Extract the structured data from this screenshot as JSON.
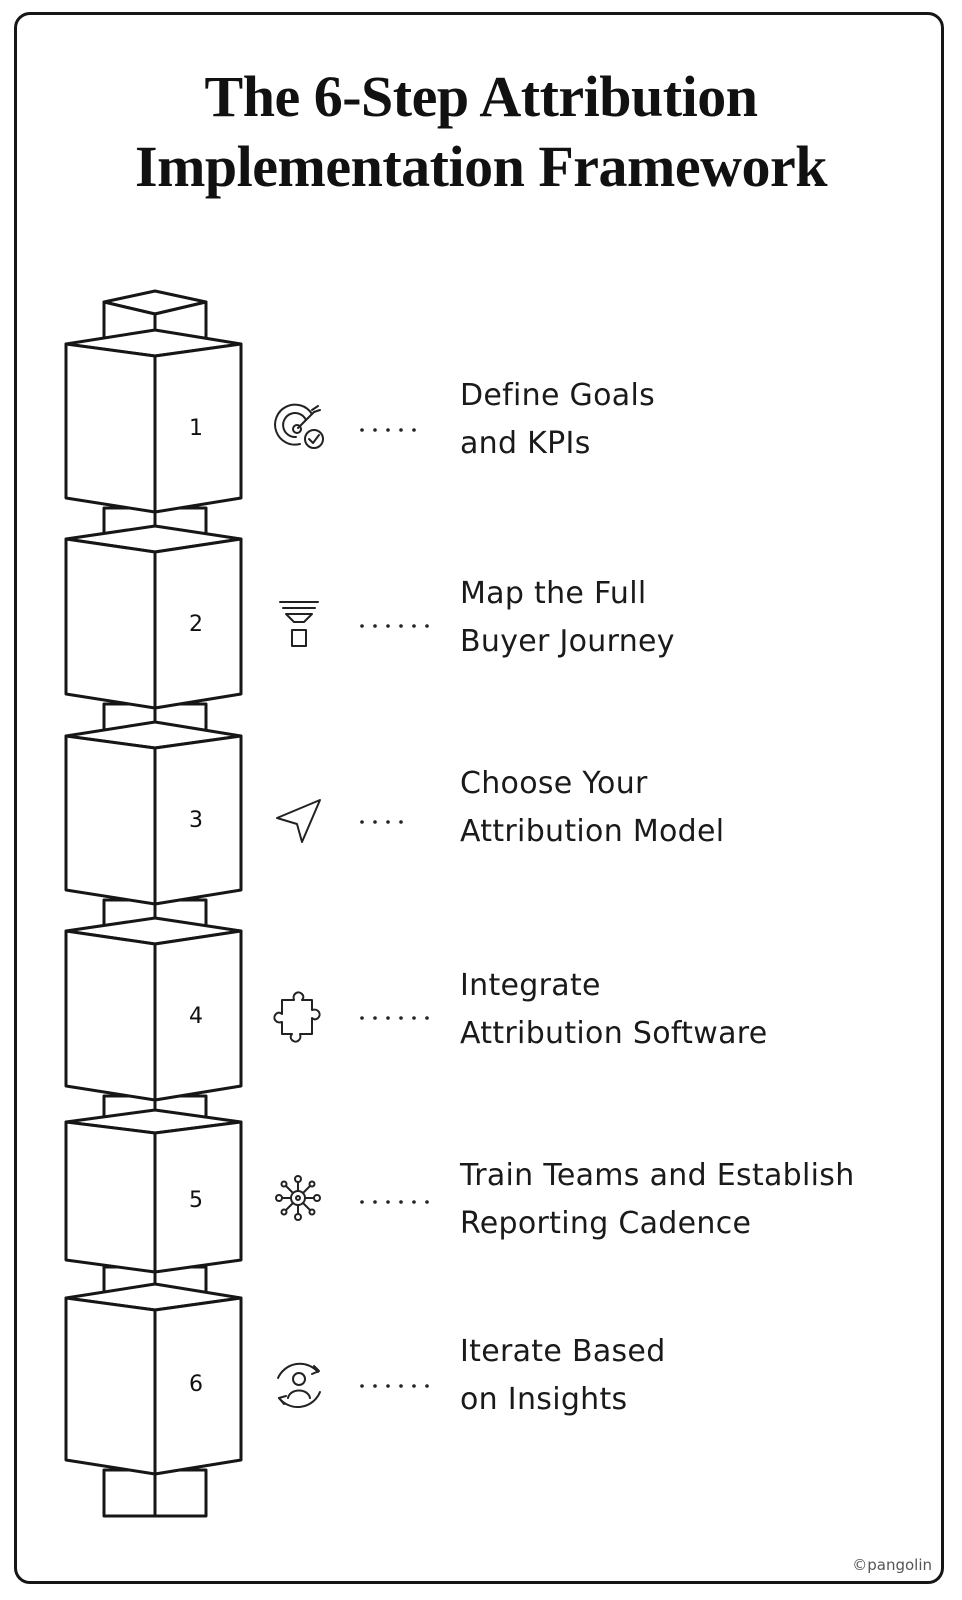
{
  "title": {
    "line1": "The 6-Step Attribution",
    "line2": "Implementation Framework"
  },
  "steps": [
    {
      "number": "1",
      "icon": "target-check-icon",
      "line1": "Define Goals",
      "line2": "and KPIs"
    },
    {
      "number": "2",
      "icon": "funnel-icon",
      "line1": "Map the Full",
      "line2": "Buyer Journey"
    },
    {
      "number": "3",
      "icon": "send-arrow-icon",
      "line1": "Choose Your",
      "line2": "Attribution Model"
    },
    {
      "number": "4",
      "icon": "puzzle-icon",
      "line1": "Integrate",
      "line2": "Attribution Software"
    },
    {
      "number": "5",
      "icon": "network-hub-icon",
      "line1": "Train Teams and Establish",
      "line2": "Reporting Cadence"
    },
    {
      "number": "6",
      "icon": "person-cycle-icon",
      "line1": "Iterate Based",
      "line2": "on Insights"
    }
  ],
  "credit": "©pangolin",
  "colors": {
    "ink": "#111111",
    "background": "#ffffff"
  }
}
